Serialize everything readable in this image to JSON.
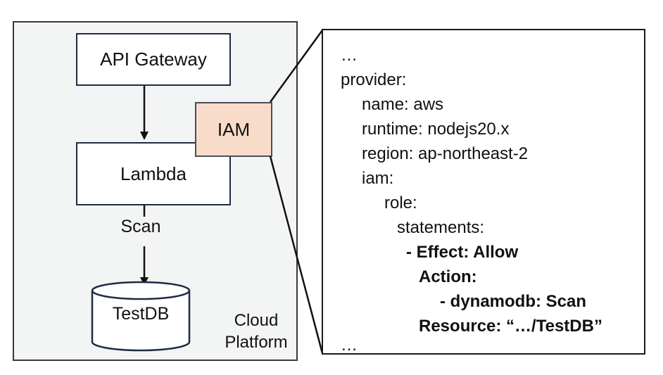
{
  "diagram": {
    "api_gateway": "API Gateway",
    "iam": "IAM",
    "lambda": "Lambda",
    "scan": "Scan",
    "testdb": "TestDB",
    "cloud_platform": "Cloud\nPlatform"
  },
  "code": {
    "lines": [
      {
        "text": "…",
        "bold": false
      },
      {
        "text": "provider:",
        "bold": false
      },
      {
        "text": "name: aws",
        "bold": false
      },
      {
        "text": "runtime: nodejs20.x",
        "bold": false
      },
      {
        "text": "region: ap-northeast-2",
        "bold": false
      },
      {
        "text": "iam:",
        "bold": false
      },
      {
        "text": "role:",
        "bold": false
      },
      {
        "text": "statements:",
        "bold": false
      },
      {
        "text": "- Effect: Allow",
        "bold": true
      },
      {
        "text": "Action:",
        "bold": true
      },
      {
        "text": "- dynamodb: Scan",
        "bold": true
      },
      {
        "text": "Resource: “…/TestDB”",
        "bold": true
      },
      {
        "text": "…",
        "bold": false
      }
    ]
  }
}
